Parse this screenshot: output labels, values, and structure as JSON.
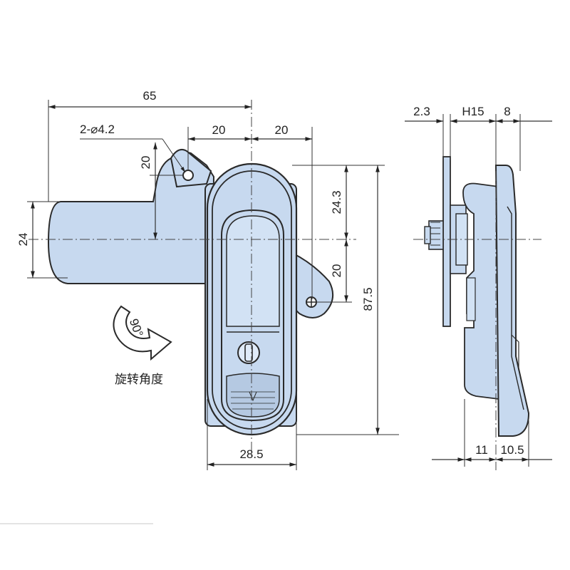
{
  "front_view": {
    "dim_overall_width": "65",
    "dim_hole_spec": "2-⌀4.2",
    "dim_left_spacing": "20",
    "dim_right_spacing": "20",
    "dim_top_offset": "20",
    "dim_handle_height": "24",
    "dim_upper_hole": "24.3",
    "dim_lower_hole": "20",
    "dim_total_height": "87.5",
    "dim_body_width": "28.5",
    "rotation_angle": "90°",
    "rotation_caption": "旋转角度"
  },
  "side_view": {
    "dim_plate": "2.3",
    "dim_mount": "H15",
    "dim_depth": "8",
    "dim_bottom_left": "11",
    "dim_bottom_right": "10.5"
  },
  "colors": {
    "part_fill": "#c7d9ef",
    "part_stroke": "#2a2a2a",
    "dim_line": "#333333"
  }
}
